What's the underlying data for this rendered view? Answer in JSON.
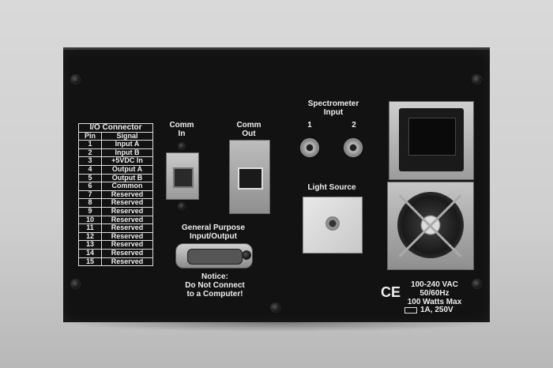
{
  "io_connector": {
    "title": "I/O Connector",
    "col_pin": "Pin",
    "col_signal": "Signal",
    "rows": [
      {
        "pin": "1",
        "signal": "Input A"
      },
      {
        "pin": "2",
        "signal": "Input B"
      },
      {
        "pin": "3",
        "signal": "+5VDC In"
      },
      {
        "pin": "4",
        "signal": "Output A"
      },
      {
        "pin": "5",
        "signal": "Output B"
      },
      {
        "pin": "6",
        "signal": "Common"
      },
      {
        "pin": "7",
        "signal": "Reserved"
      },
      {
        "pin": "8",
        "signal": "Reserved"
      },
      {
        "pin": "9",
        "signal": "Reserved"
      },
      {
        "pin": "10",
        "signal": "Reserved"
      },
      {
        "pin": "11",
        "signal": "Reserved"
      },
      {
        "pin": "12",
        "signal": "Reserved"
      },
      {
        "pin": "13",
        "signal": "Reserved"
      },
      {
        "pin": "14",
        "signal": "Reserved"
      },
      {
        "pin": "15",
        "signal": "Reserved"
      }
    ]
  },
  "labels": {
    "comm_in_1": "Comm",
    "comm_in_2": "In",
    "comm_out_1": "Comm",
    "comm_out_2": "Out",
    "spectrometer_1": "Spectrometer",
    "spectrometer_2": "Input",
    "spec_input_1": "1",
    "spec_input_2": "2",
    "light_source": "Light Source",
    "gpio_1": "General Purpose",
    "gpio_2": "Input/Output",
    "notice_1": "Notice:",
    "notice_2": "Do Not Connect",
    "notice_3": "to a Computer!",
    "ce_mark": "CE",
    "power_1": "100-240 VAC",
    "power_2": "50/60Hz",
    "power_3": "100 Watts Max",
    "fuse": "1A, 250V"
  }
}
